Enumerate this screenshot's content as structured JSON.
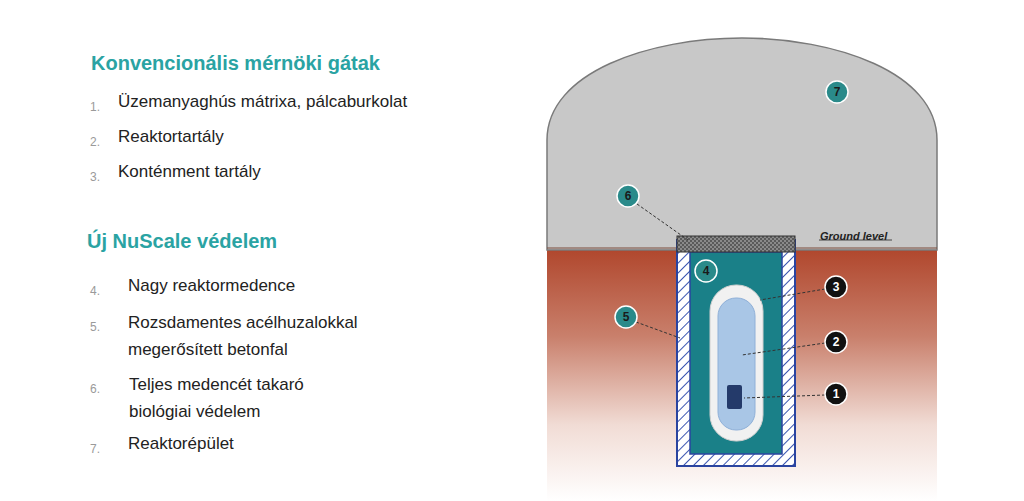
{
  "diagram": {
    "labels": [
      "Konvencionális mérnöki gátak",
      "1.",
      "Üzemanyaghús mátrixa, pálcaburkolat",
      "2.",
      "Reaktortartály",
      "3.",
      "Konténment tartály",
      "Új NuScale védelem",
      "4.",
      "Nagy reaktormedence",
      "5.",
      "Rozsdamentes acélhuzalokkal megerősített betonfal",
      "6.",
      "Teljes medencét takaró biológiai védelem",
      "7.",
      "Reaktorépület",
      "Ground level",
      "7",
      "6",
      "4",
      "5",
      "3",
      "2",
      "1"
    ]
  }
}
